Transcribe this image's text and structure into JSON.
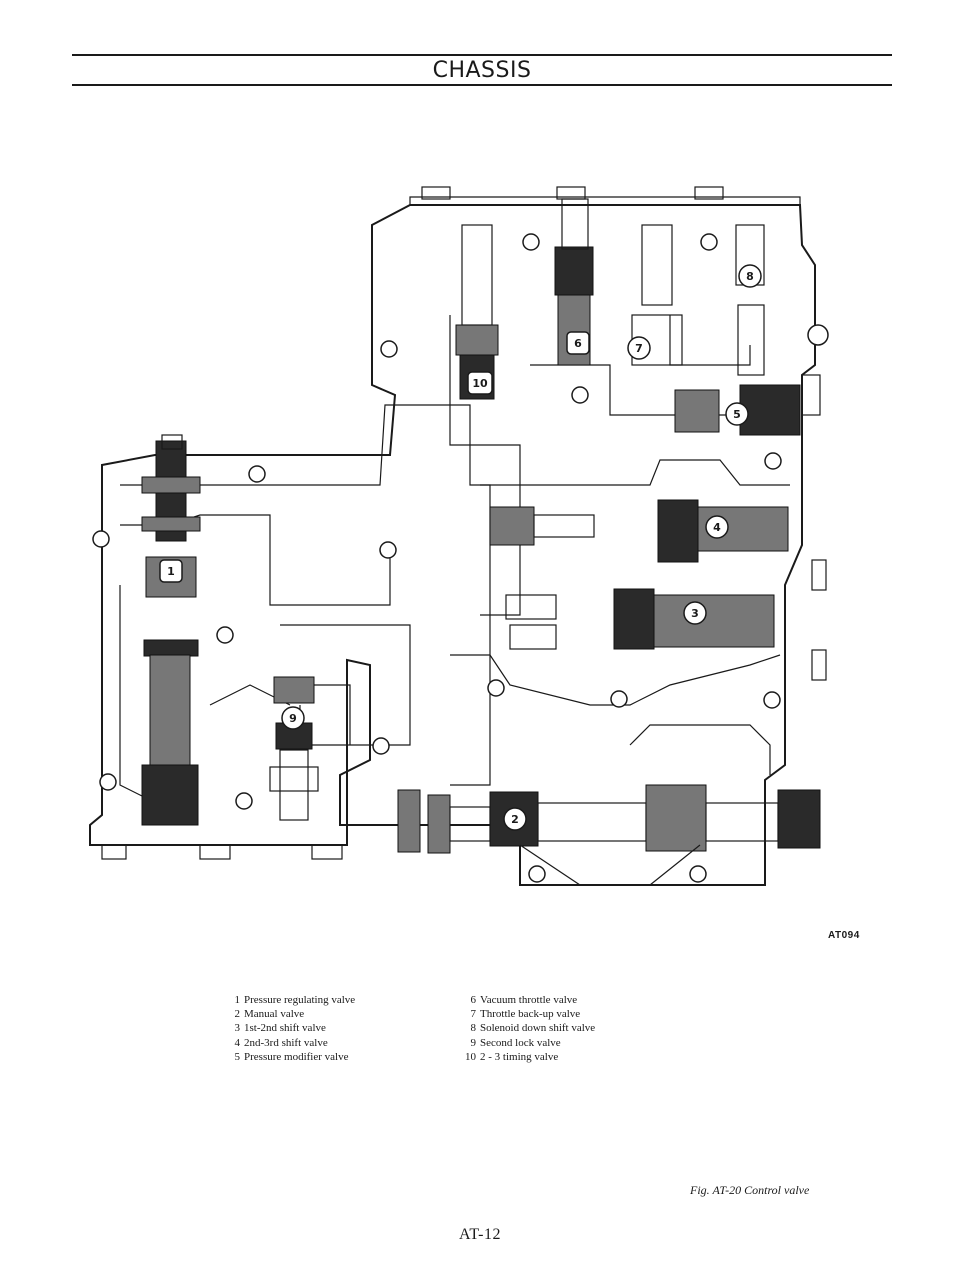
{
  "header": {
    "title": "CHASSIS"
  },
  "figure": {
    "code": "AT094",
    "caption": "Fig. AT-20 Control valve",
    "callouts": [
      "1",
      "2",
      "3",
      "4",
      "5",
      "6",
      "7",
      "8",
      "9",
      "10"
    ]
  },
  "legend": {
    "col1": [
      {
        "num": "1",
        "label": "Pressure regulating valve"
      },
      {
        "num": "2",
        "label": "Manual valve"
      },
      {
        "num": "3",
        "label": "1st-2nd shift valve"
      },
      {
        "num": "4",
        "label": "2nd-3rd shift valve"
      },
      {
        "num": "5",
        "label": "Pressure modifier valve"
      }
    ],
    "col2": [
      {
        "num": "6",
        "label": "Vacuum throttle valve"
      },
      {
        "num": "7",
        "label": "Throttle back-up valve"
      },
      {
        "num": "8",
        "label": "Solenoid down shift valve"
      },
      {
        "num": "9",
        "label": "Second lock valve"
      },
      {
        "num": "10",
        "label": "2 - 3 timing valve"
      }
    ]
  },
  "page": {
    "number": "AT-12"
  }
}
